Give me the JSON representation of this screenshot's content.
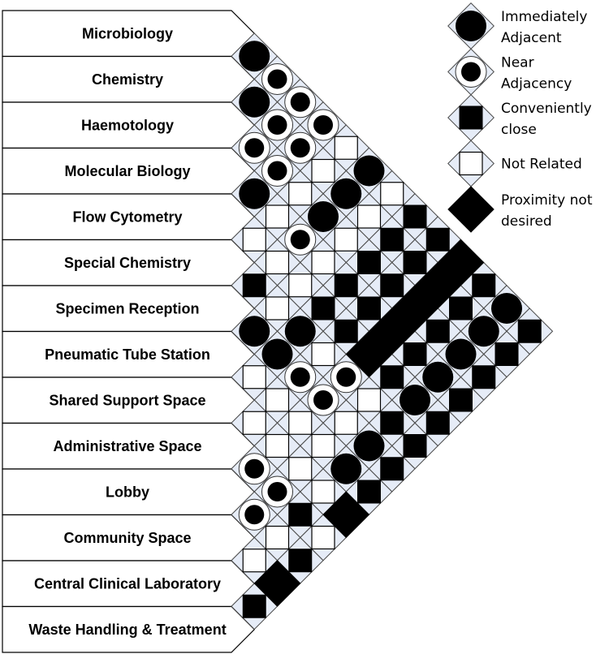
{
  "departments": [
    "Microbiology",
    "Chemistry",
    "Haemotology",
    "Molecular Biology",
    "Flow Cytometry",
    "Special Chemistry",
    "Specimen Reception",
    "Pneumatic Tube Station",
    "Shared Support Space",
    "Administrative Space",
    "Lobby",
    "Community Space",
    "Central Clinical Laboratory",
    "Waste Handling & Treatment"
  ],
  "legend": [
    {
      "code": "A",
      "lines": [
        "Immediately",
        "Adjacent"
      ]
    },
    {
      "code": "N",
      "lines": [
        "Near",
        "Adjacency"
      ]
    },
    {
      "code": "C",
      "lines": [
        "Conveniently",
        "close"
      ]
    },
    {
      "code": "X",
      "lines": [
        "Not Related"
      ]
    },
    {
      "code": "P",
      "lines": [
        "Proximity not",
        "desired"
      ]
    }
  ],
  "relationships": [
    [
      "A",
      "N",
      "N",
      "N",
      "X",
      "A",
      "X",
      "C",
      "C",
      "P",
      "C",
      "A",
      "C"
    ],
    [
      "A",
      "N",
      "N",
      "X",
      "A",
      "X",
      "C",
      "C",
      "P",
      "C",
      "A",
      "C"
    ],
    [
      "N",
      "N",
      "X",
      "A",
      "X",
      "C",
      "C",
      "P",
      "C",
      "A",
      "C"
    ],
    [
      "A",
      "X",
      "N",
      "X",
      "C",
      "C",
      "P",
      "C",
      "A",
      "C"
    ],
    [
      "X",
      "X",
      "X",
      "C",
      "C",
      "P",
      "C",
      "A",
      "C"
    ],
    [
      "C",
      "X",
      "A",
      "X",
      "N",
      "X",
      "C",
      "C"
    ],
    [
      "A",
      "A",
      "N",
      "N",
      "X",
      "A",
      "C"
    ],
    [
      "X",
      "X",
      "X",
      "X",
      "A",
      "C"
    ],
    [
      "X",
      "X",
      "X",
      "X",
      "P"
    ],
    [
      "N",
      "N",
      "C",
      "X"
    ],
    [
      "N",
      "X",
      "C"
    ],
    [
      "X",
      "P"
    ],
    [
      "C"
    ]
  ],
  "colors": {
    "cell_bg": "#e6ecf7",
    "grid": "#4a4a4a",
    "mark": "#000000"
  }
}
